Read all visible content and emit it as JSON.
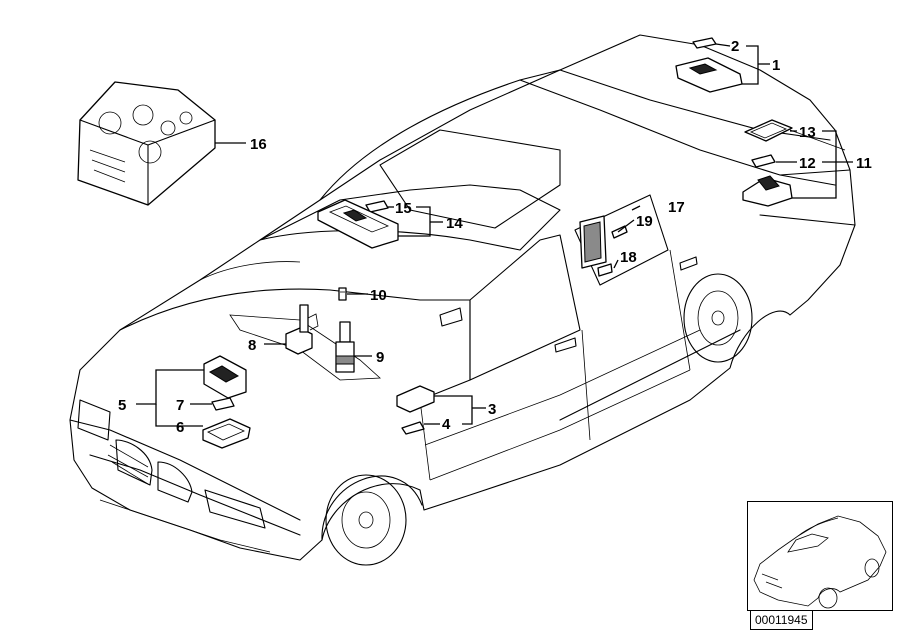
{
  "diagram": {
    "callouts": {
      "c1": "1",
      "c2": "2",
      "c3": "3",
      "c4": "4",
      "c5": "5",
      "c6": "6",
      "c7": "7",
      "c8": "8",
      "c9": "9",
      "c10": "10",
      "c11": "11",
      "c12": "12",
      "c13": "13",
      "c14": "14",
      "c15": "15",
      "c16": "16",
      "c17": "17",
      "c18": "18",
      "c19": "19"
    }
  },
  "reference": {
    "code": "00011945"
  }
}
